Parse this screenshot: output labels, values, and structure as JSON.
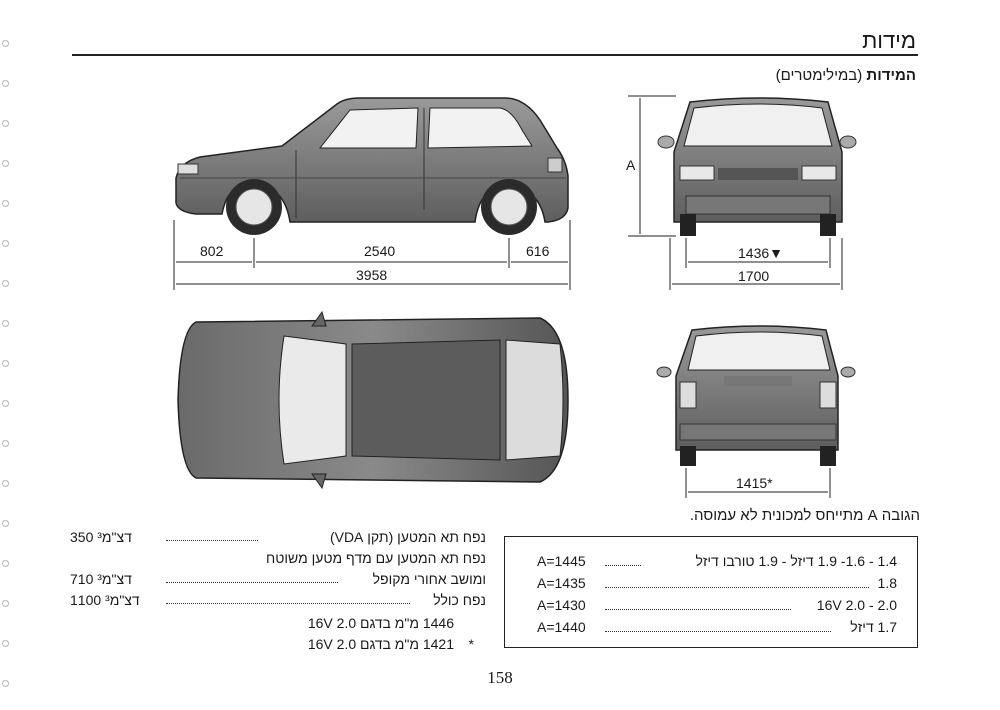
{
  "page": {
    "title": "מידות",
    "section_heading": "המידות",
    "section_unit": "(במילימטרים)",
    "page_number": "158"
  },
  "dimensions": {
    "front_overhang": "802",
    "wheelbase": "2540",
    "rear_overhang": "616",
    "overall_length": "3958",
    "front_track": "1436▼",
    "overall_width": "1700",
    "rear_track": "1415*",
    "height_label": "A"
  },
  "height_note": "הגובה A מתייחס למכונית לא עמוסה.",
  "volume_specs": [
    {
      "label": "נפח תא המטען (תקן VDA)",
      "value": "350   דצ\"מ³"
    },
    {
      "label": "נפח תא המטען עם מדף מטען משוטח",
      "value": ""
    },
    {
      "label": "ומושב אחורי מקופל",
      "value": "710   דצ\"מ³"
    },
    {
      "label": "נפח כולל",
      "value": "1100  דצ\"מ³"
    }
  ],
  "weight_notes": [
    {
      "mark": "",
      "text": "1446  מ\"מ בדגם 2.0 16V"
    },
    {
      "mark": "*",
      "text": "1421  מ\"מ בדגם 2.0 16V"
    }
  ],
  "engine_heights": [
    {
      "engine": "1.4 - 1.6- 1.9 דיזל - 1.9 טורבו דיזל",
      "value": "A=1445"
    },
    {
      "engine": "1.8",
      "value": "A=1435"
    },
    {
      "engine": "2.0 - 2.0 16V",
      "value": "A=1430"
    },
    {
      "engine": "1.7 דיזל",
      "value": "A=1440"
    }
  ]
}
